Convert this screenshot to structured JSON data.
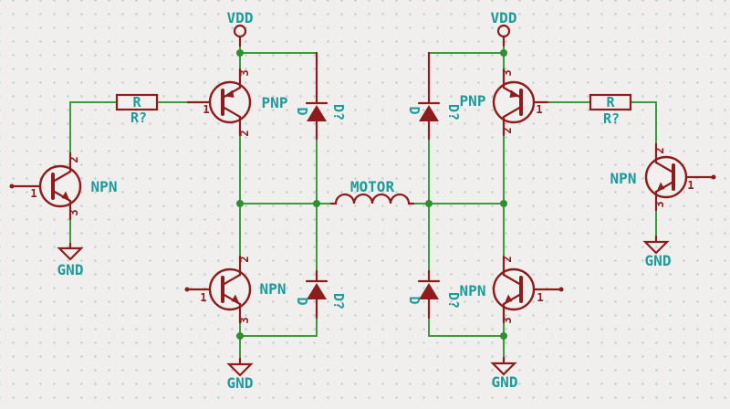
{
  "title": "H-bridge motor driver schematic",
  "colors": {
    "background": "#f0efed",
    "grid_dot": "#b7cbcf",
    "wire_green": "#3a9c3a",
    "junction_green": "#2f8f2f",
    "symbol_dark_red": "#8e1c1c",
    "label_teal": "#1d9b9b"
  },
  "labels": {
    "vdd": "VDD",
    "gnd": "GND",
    "motor": "MOTOR",
    "pnp": "PNP",
    "npn": "NPN",
    "resistor_ref": "R",
    "resistor_value": "R?",
    "diode_ref": "D",
    "diode_value": "D?",
    "pin1": "1",
    "pin2": "2",
    "pin3": "3"
  },
  "circuit": {
    "transistors": 6,
    "flyback_diodes": 4,
    "base_resistors": 2,
    "vdd_ports": 2,
    "gnd_ports": 4,
    "motor_inductors": 1
  }
}
